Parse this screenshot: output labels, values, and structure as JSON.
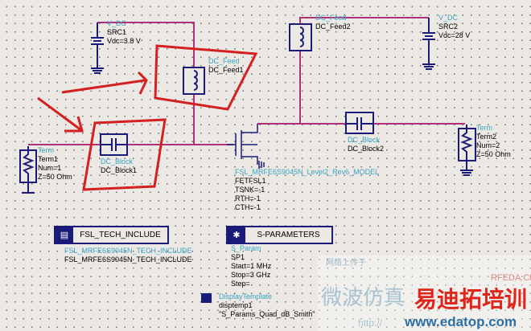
{
  "components": {
    "src1": {
      "type": "V_DC",
      "name": "SRC1",
      "param": "Vdc=3.8 V"
    },
    "src2": {
      "type": "V_DC",
      "name": "SRC2",
      "param": "Vdc=28 V"
    },
    "feed1": {
      "type": "DC_Feed",
      "name": "DC_Feed1"
    },
    "feed2": {
      "type": "DC_Feed",
      "name": "DC_Feed2"
    },
    "block1": {
      "type": "DC_Block",
      "name": "DC_Block1"
    },
    "block2": {
      "type": "DC_Block",
      "name": "DC_Block2"
    },
    "term1": {
      "type": "Term",
      "name": "Term1",
      "num": "Num=1",
      "z": "Z=50 Ohm"
    },
    "term2": {
      "type": "Term",
      "name": "Term2",
      "num": "Num=2",
      "z": "Z=50 Ohm"
    },
    "fet": {
      "type": "FSL_MRFE6S9045N_Level2_Rev6_MODEL",
      "name": "FETFSL1",
      "tsnk": "TSNK=-1",
      "rth": "RTH=-1",
      "cth": "CTH=-1"
    }
  },
  "tech_include": {
    "label": "FSL_TECH_INCLUDE",
    "type": "FSL_MRFE6S9045N_TECH_INCLUDE",
    "name": "FSL_MRFE6S9045N_TECH_INCLUDE"
  },
  "sparams": {
    "label": "S-PARAMETERS",
    "type": "S_Param",
    "name": "SP1",
    "start": "Start=1 MHz",
    "stop": "Stop=3 GHz",
    "step": "Step="
  },
  "display_template": {
    "type": "DisplayTemplate",
    "name": "disptemp1",
    "value": "\"S_Params_Quad_dB_Smith\""
  },
  "watermark": {
    "site": "RFEDA.CN",
    "cn_small": "网络上传子",
    "cn_big": "微波仿真",
    "brand": "易迪拓培训",
    "url": "www.edatop.com",
    "http": "http://"
  },
  "colors": {
    "wire": "#b0307a",
    "symbol": "#1a1a7a",
    "annotation": "#d42020"
  }
}
